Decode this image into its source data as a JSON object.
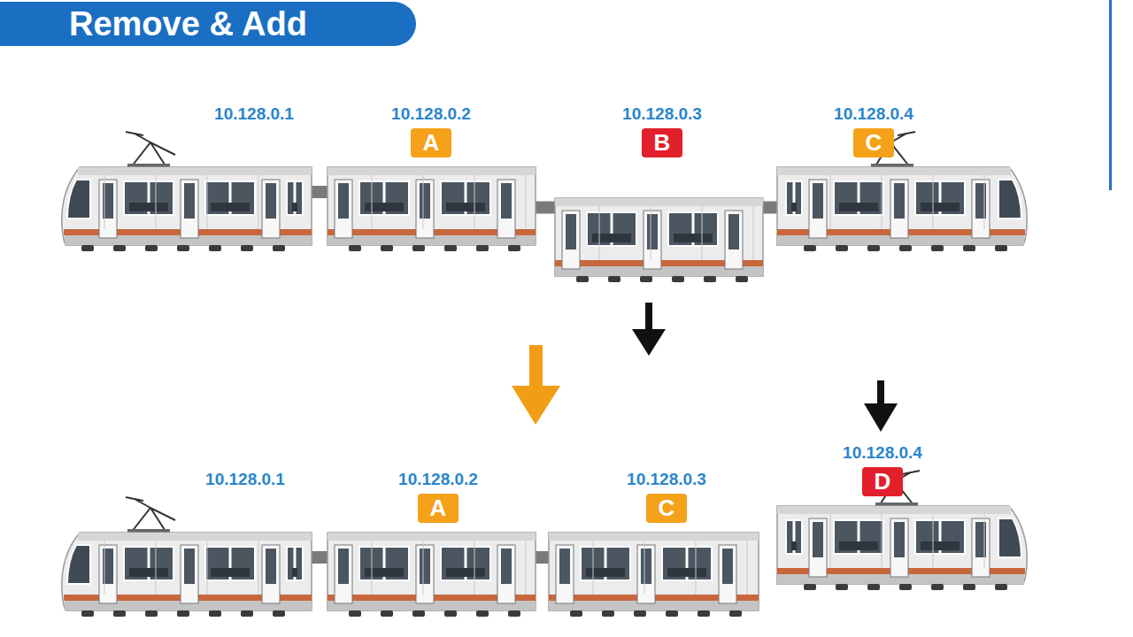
{
  "diagram": {
    "title": "Remove & Add",
    "nodes": [
      {
        "text": [
          "10.128.0.1"
        ]
      },
      {
        "text": [
          "10.128.0.2",
          "A"
        ]
      },
      {
        "text": [
          "10.128.0.3",
          "B"
        ]
      },
      {
        "text": [
          "10.128.0.4",
          "C"
        ]
      },
      {
        "text": [
          "10.128.0.1"
        ]
      },
      {
        "text": [
          "10.128.0.2",
          "A"
        ]
      },
      {
        "text": [
          "10.128.0.3",
          "C"
        ]
      },
      {
        "text": [
          "10.128.0.4",
          "D"
        ]
      }
    ],
    "edges": [
      {
        "from": 0,
        "to": 1,
        "arrow": "none"
      },
      {
        "from": 1,
        "to": 2,
        "arrow": "none"
      },
      {
        "from": 2,
        "to": 3,
        "arrow": "none"
      },
      {
        "from": 4,
        "to": 5,
        "arrow": "none"
      },
      {
        "from": 5,
        "to": 6,
        "arrow": "none"
      }
    ]
  }
}
